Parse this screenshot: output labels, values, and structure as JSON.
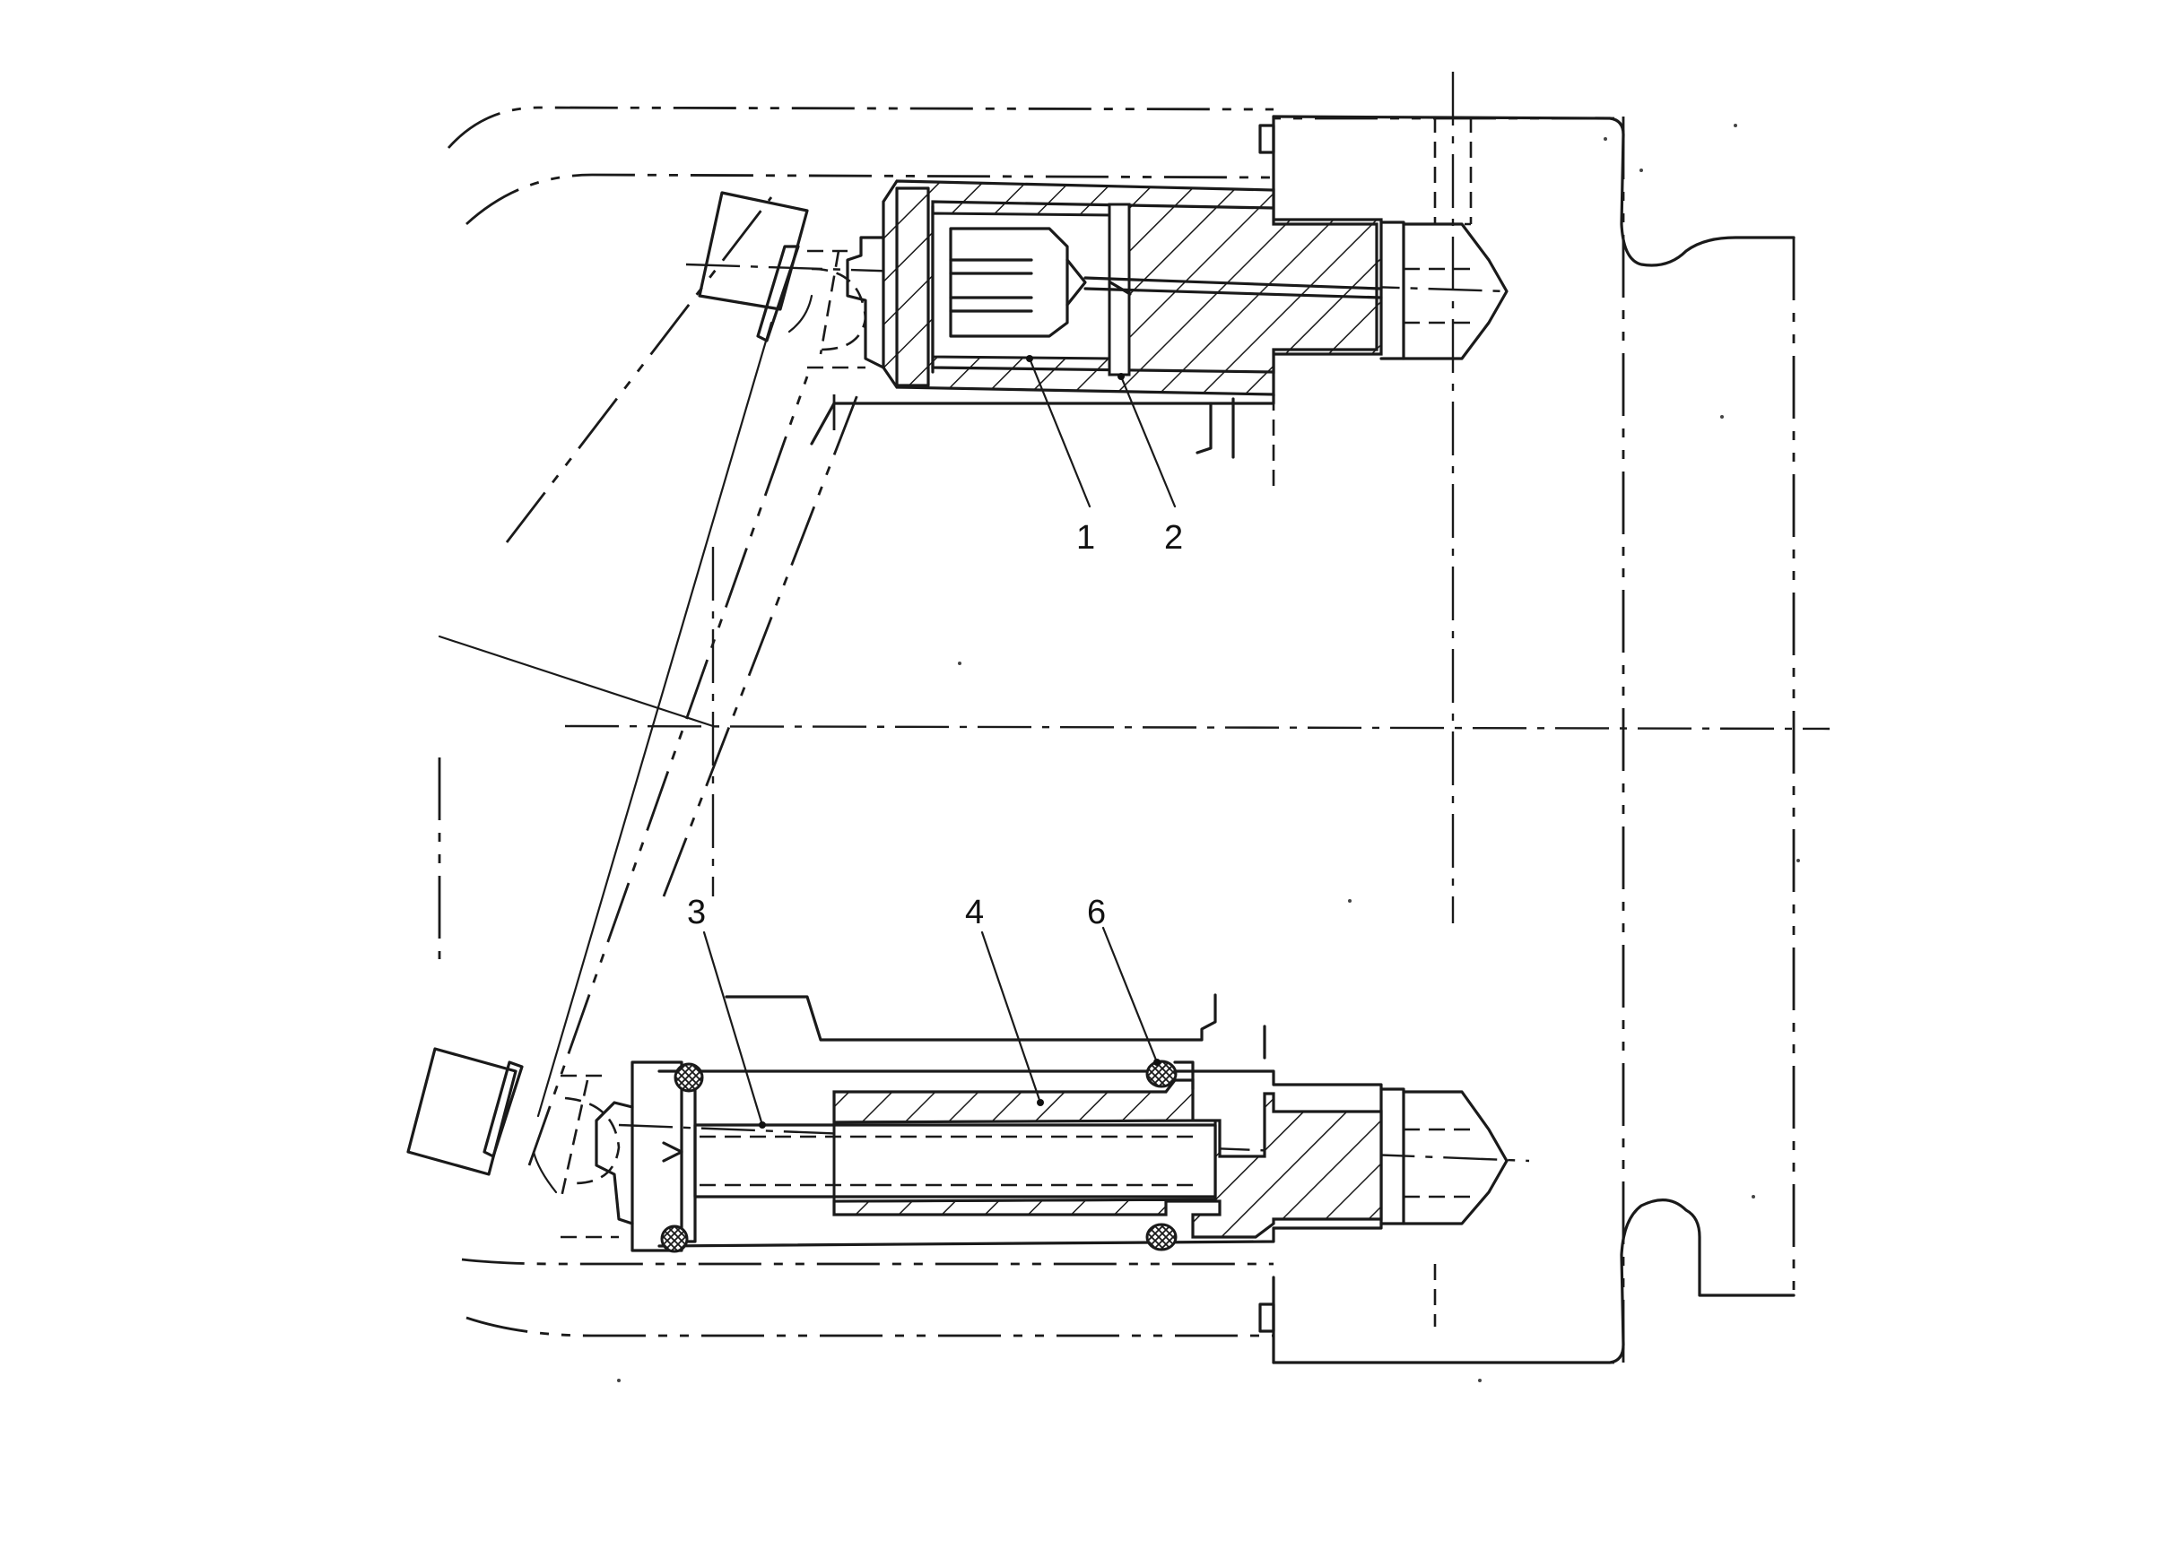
{
  "diagram": {
    "labels": [
      {
        "id": "p1",
        "text": "1"
      },
      {
        "id": "p2",
        "text": "2"
      },
      {
        "id": "p3",
        "text": "3"
      },
      {
        "id": "p4",
        "text": "4"
      },
      {
        "id": "p6",
        "text": "6"
      }
    ]
  }
}
